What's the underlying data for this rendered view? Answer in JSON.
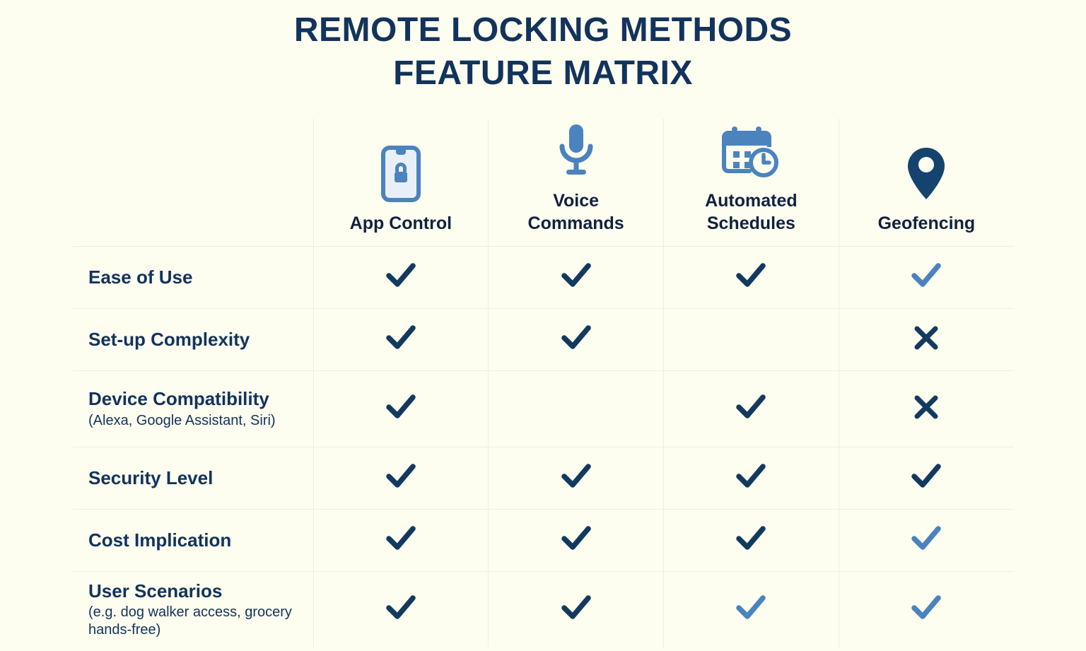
{
  "title": {
    "line1": "Remote Locking Methods",
    "line2": "Feature Matrix"
  },
  "colors": {
    "background": "#FDFDF0",
    "title": "#12335C",
    "header_text": "#12213F",
    "row_label": "#12335C",
    "check_dark": "#123A5E",
    "check_light": "#4A83BE",
    "cross": "#123A5E",
    "icon_blue": "#4A83BE",
    "icon_navy": "#14436E",
    "grid_line": "#EDEDE0"
  },
  "table": {
    "row_header_label": "",
    "columns": [
      {
        "label": "App Control",
        "icon": "phone-lock-icon"
      },
      {
        "label": "Voice\nCommands",
        "icon": "microphone-icon"
      },
      {
        "label": "Automated\nSchedules",
        "icon": "calendar-clock-icon"
      },
      {
        "label": "Geofencing",
        "icon": "location-pin-icon"
      }
    ],
    "rows": [
      {
        "label": "Ease of Use",
        "sublabel": "",
        "cells": [
          "check-dark",
          "check-dark",
          "check-dark",
          "check-light"
        ]
      },
      {
        "label": "Set-up Complexity",
        "sublabel": "",
        "cells": [
          "check-dark",
          "check-dark",
          "empty",
          "cross"
        ]
      },
      {
        "label": "Device Compatibility",
        "sublabel": "(Alexa, Google Assistant, Siri)",
        "cells": [
          "check-dark",
          "empty",
          "check-dark",
          "cross"
        ]
      },
      {
        "label": "Security Level",
        "sublabel": "",
        "cells": [
          "check-dark",
          "check-dark",
          "check-dark",
          "check-dark"
        ]
      },
      {
        "label": "Cost Implication",
        "sublabel": "",
        "cells": [
          "check-dark",
          "check-dark",
          "check-dark",
          "check-light"
        ]
      },
      {
        "label": "User Scenarios",
        "sublabel": "(e.g. dog walker access, grocery hands-free)",
        "cells": [
          "check-dark",
          "check-dark",
          "check-light",
          "check-light"
        ]
      }
    ]
  }
}
